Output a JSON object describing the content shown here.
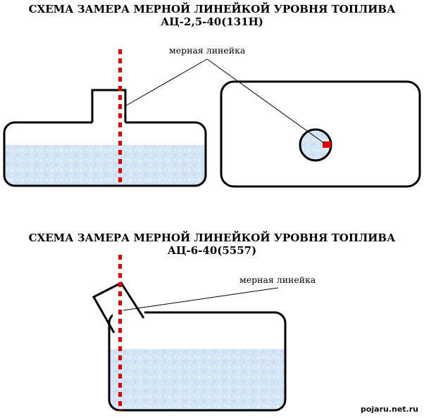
{
  "scheme_1": {
    "title_line1": "СХЕМА ЗАМЕРА МЕРНОЙ ЛИНЕЙКОЙ УРОВНЯ ТОПЛИВА",
    "title_line2": "АЦ-2,5-40(131Н)",
    "ruler_label": "мерная линейка"
  },
  "scheme_2": {
    "title_line1": "СХЕМА ЗАМЕРА МЕРНОЙ ЛИНЕЙКОЙ УРОВНЯ ТОПЛИВА",
    "title_line2": "АЦ-6-40(5557)",
    "ruler_label": "мерная линейка"
  },
  "watermark": "pojaru.net.ru",
  "colors": {
    "ruler": "#e00000",
    "fuel": "#d4e6f5",
    "outline": "#000000"
  }
}
